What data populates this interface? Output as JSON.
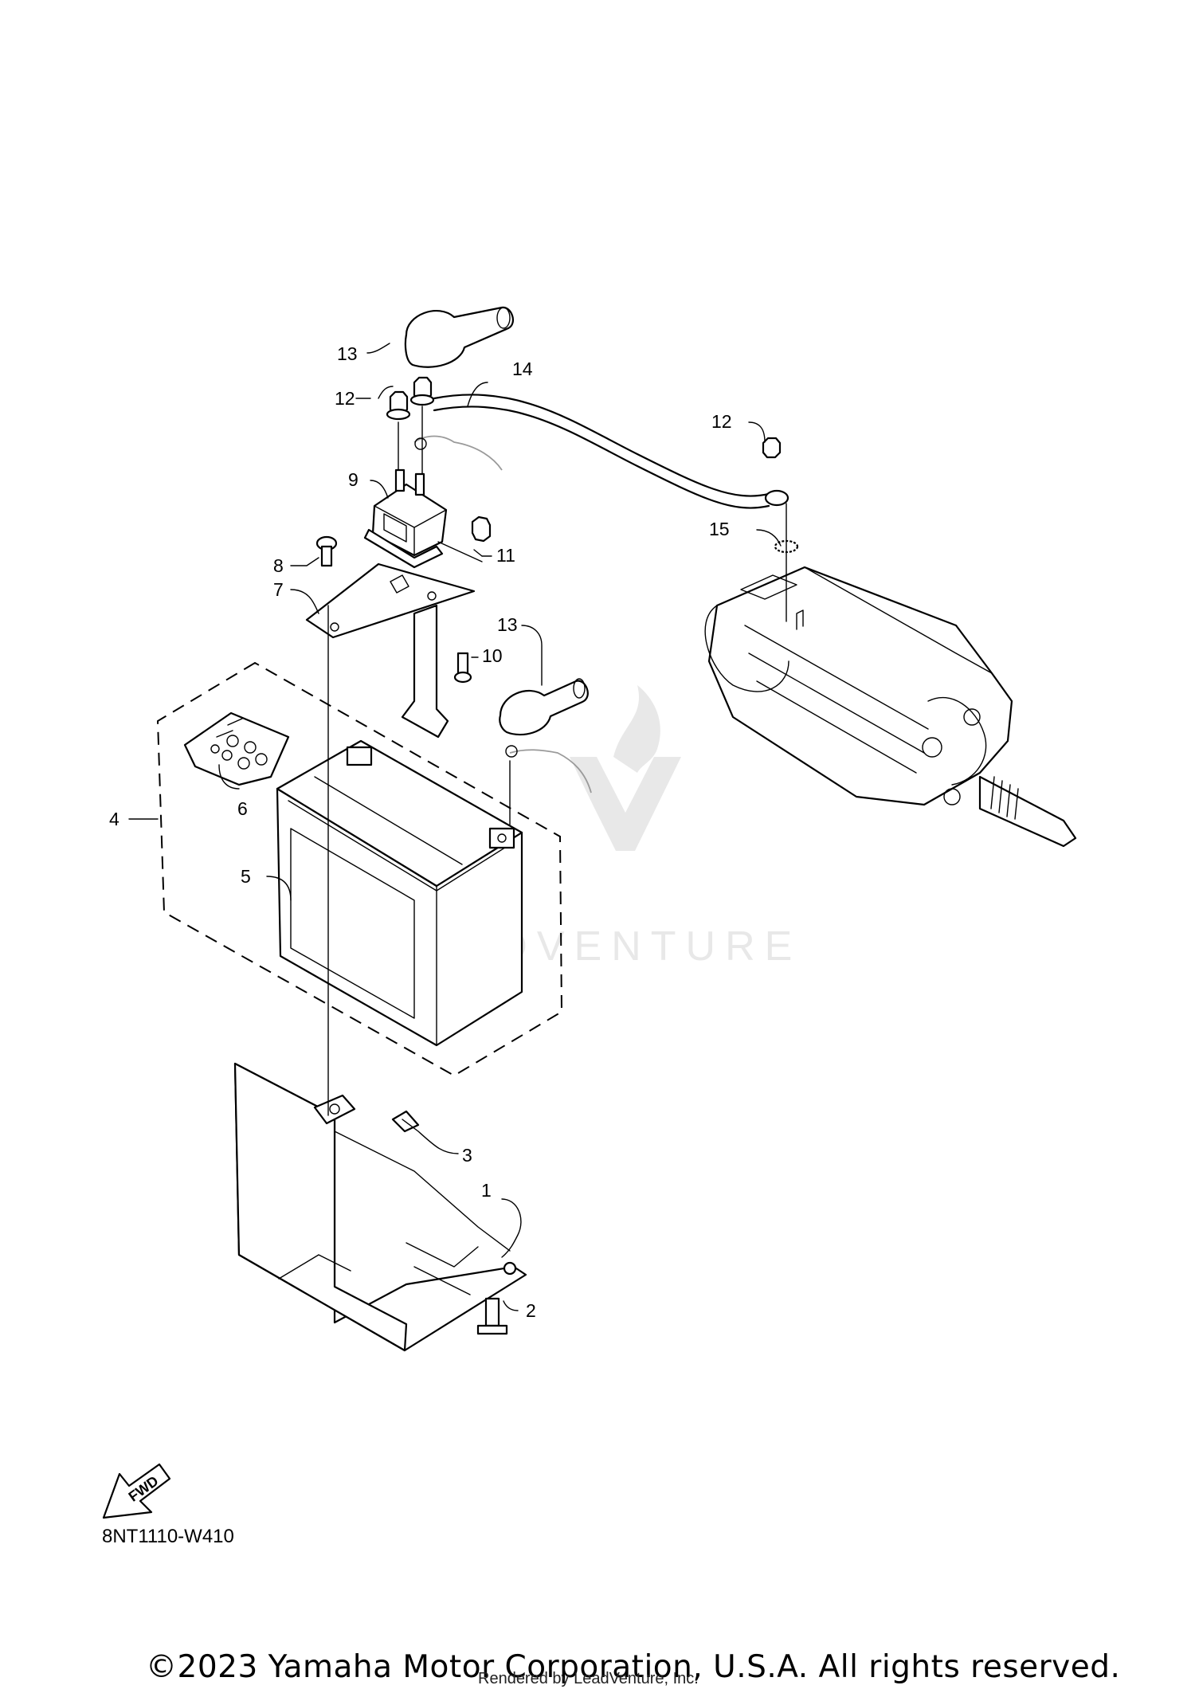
{
  "diagram": {
    "code": "8NT1110-W410",
    "fwd_label": "FWD",
    "watermark": "LEADVENTURE",
    "callouts": [
      {
        "id": "c1",
        "text": "1"
      },
      {
        "id": "c2",
        "text": "2"
      },
      {
        "id": "c3",
        "text": "3"
      },
      {
        "id": "c4",
        "text": "4"
      },
      {
        "id": "c5",
        "text": "5"
      },
      {
        "id": "c6",
        "text": "6"
      },
      {
        "id": "c7",
        "text": "7"
      },
      {
        "id": "c8",
        "text": "8"
      },
      {
        "id": "c9",
        "text": "9"
      },
      {
        "id": "c10",
        "text": "10"
      },
      {
        "id": "c11",
        "text": "11"
      },
      {
        "id": "c12a",
        "text": "12"
      },
      {
        "id": "c12b",
        "text": "12"
      },
      {
        "id": "c13a",
        "text": "13"
      },
      {
        "id": "c13b",
        "text": "13"
      },
      {
        "id": "c14",
        "text": "14"
      },
      {
        "id": "c15",
        "text": "15"
      }
    ]
  },
  "footer": {
    "copyright": "©2023 Yamaha Motor Corporation, U.S.A. All rights reserved.",
    "rendered_by": "Rendered by LeadVenture, Inc."
  }
}
